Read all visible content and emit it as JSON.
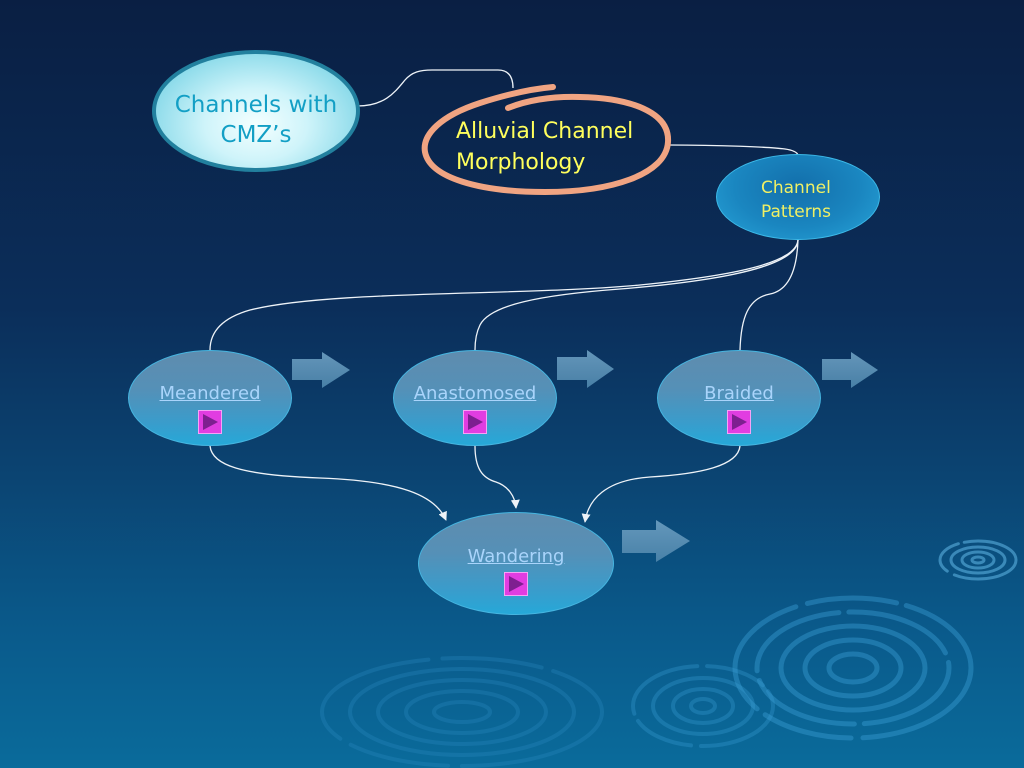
{
  "diagram": {
    "root": {
      "lines": [
        "Channels with",
        "CMZ’s"
      ]
    },
    "topic": {
      "lines": [
        "Alluvial Channel",
        "Morphology"
      ]
    },
    "hub": {
      "lines": [
        "Channel",
        "Patterns"
      ]
    },
    "patterns": [
      {
        "label": "Meandered"
      },
      {
        "label": "Anastomosed"
      },
      {
        "label": "Braided"
      }
    ],
    "combined": {
      "label": "Wandering"
    }
  },
  "icons": {
    "play_button": "play-icon",
    "next_arrow": "block-arrow-right-icon",
    "background_decoration": "water-ripple-icon"
  },
  "colors": {
    "background_top": "#0a1f43",
    "background_bottom": "#0a6b9b",
    "connector": "#eef3f8",
    "highlight_loop": "#f0a482",
    "root_text": "#139fc5",
    "topic_text": "#ffff5c",
    "hub_text": "#f0f064",
    "link_text": "#a9d4fb",
    "play_button": "#e13de1",
    "play_glyph": "#7e1f90",
    "arrow_fill": "#4d85ab"
  }
}
